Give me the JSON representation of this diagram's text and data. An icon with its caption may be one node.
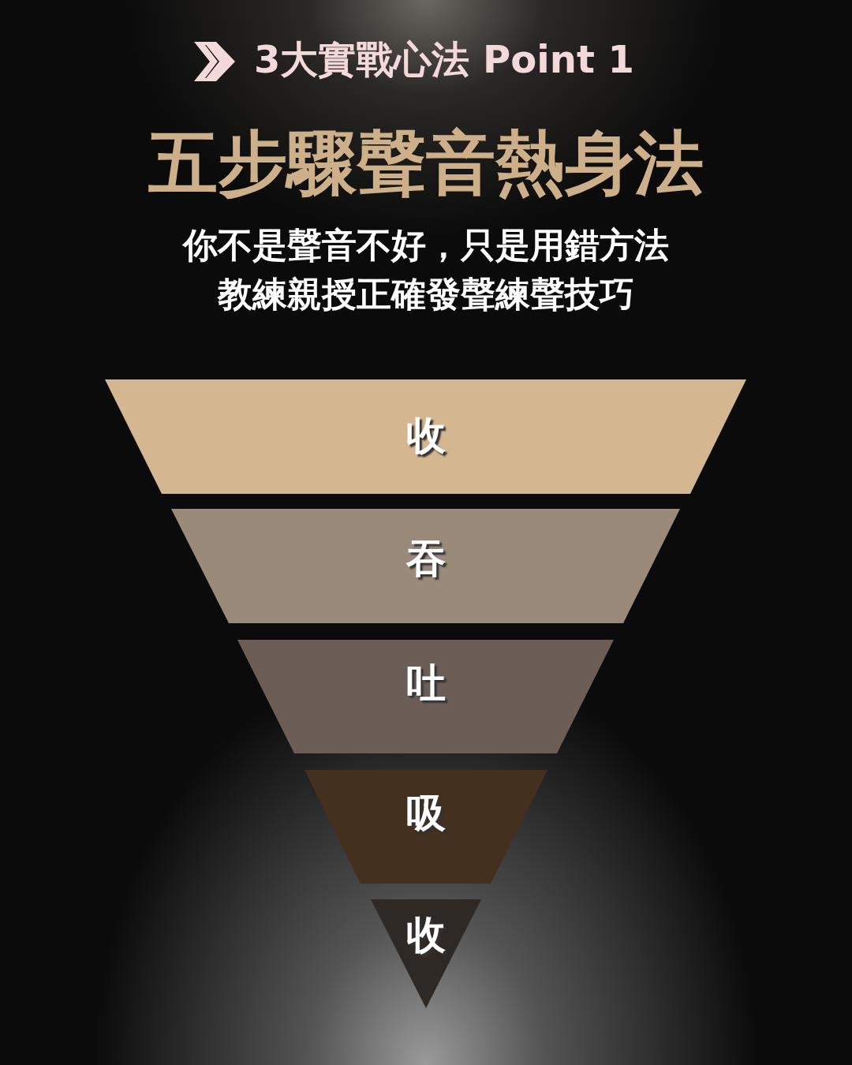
{
  "diagram": {
    "title": "五步驟聲音熱身法",
    "nodes": [
      {
        "text": [
          "收"
        ]
      },
      {
        "text": [
          "吞"
        ]
      },
      {
        "text": [
          "吐"
        ]
      },
      {
        "text": [
          "吸"
        ]
      },
      {
        "text": [
          "收"
        ]
      }
    ],
    "labels": [
      "3大實戰心法 Point 1",
      "你不是聲音不好，只是用錯方法",
      "教練親授正確發聲練聲技巧"
    ]
  }
}
